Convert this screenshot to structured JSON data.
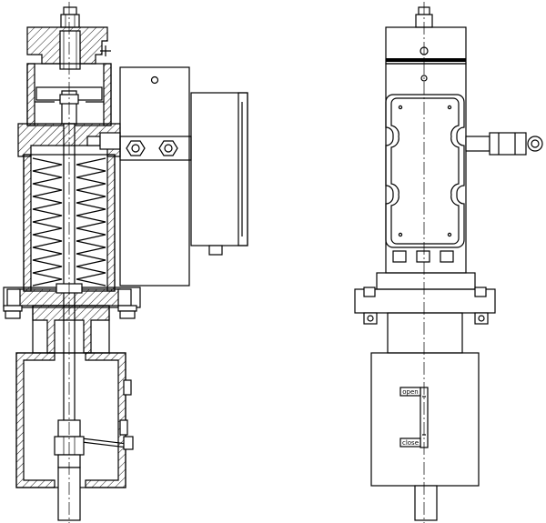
{
  "diagram": {
    "views": [
      "section-view",
      "front-view"
    ],
    "labels": {
      "open": "open",
      "close": "close"
    }
  }
}
